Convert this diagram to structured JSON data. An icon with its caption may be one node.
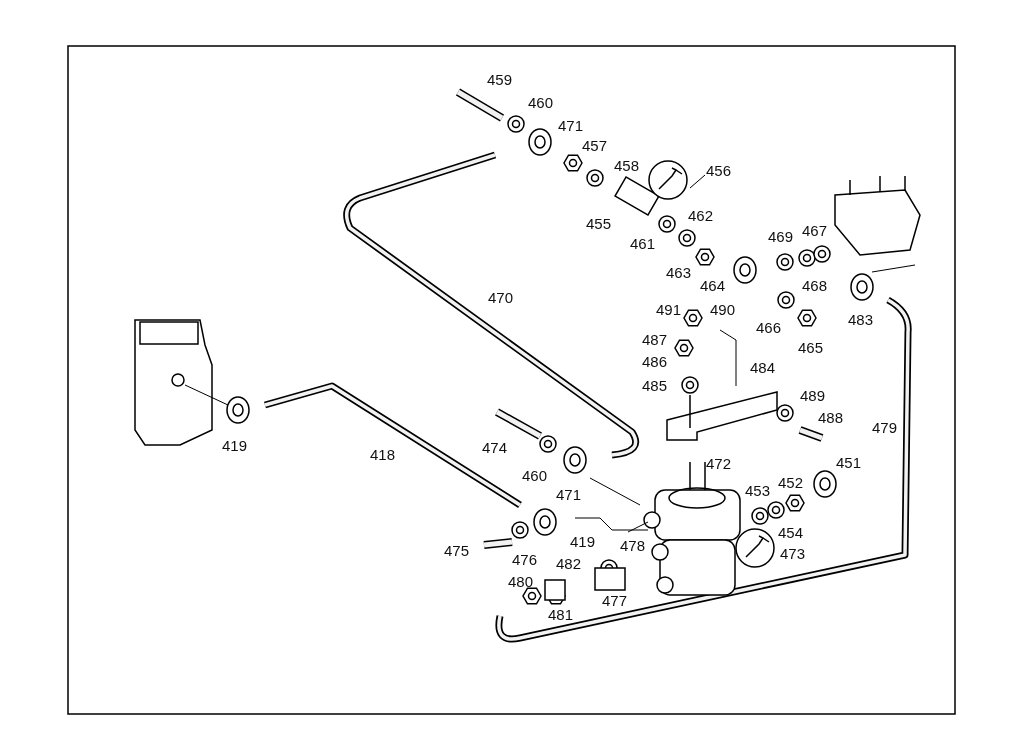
{
  "diagram": {
    "labels": [
      "459",
      "460",
      "471",
      "457",
      "458",
      "456",
      "455",
      "461",
      "462",
      "469",
      "467",
      "463",
      "464",
      "468",
      "483",
      "470",
      "491",
      "490",
      "487",
      "466",
      "465",
      "486",
      "485",
      "484",
      "489",
      "488",
      "479",
      "474",
      "472",
      "451",
      "419",
      "418",
      "460",
      "471",
      "453",
      "452",
      "454",
      "475",
      "476",
      "482",
      "419",
      "478",
      "473",
      "480",
      "477",
      "481"
    ]
  }
}
